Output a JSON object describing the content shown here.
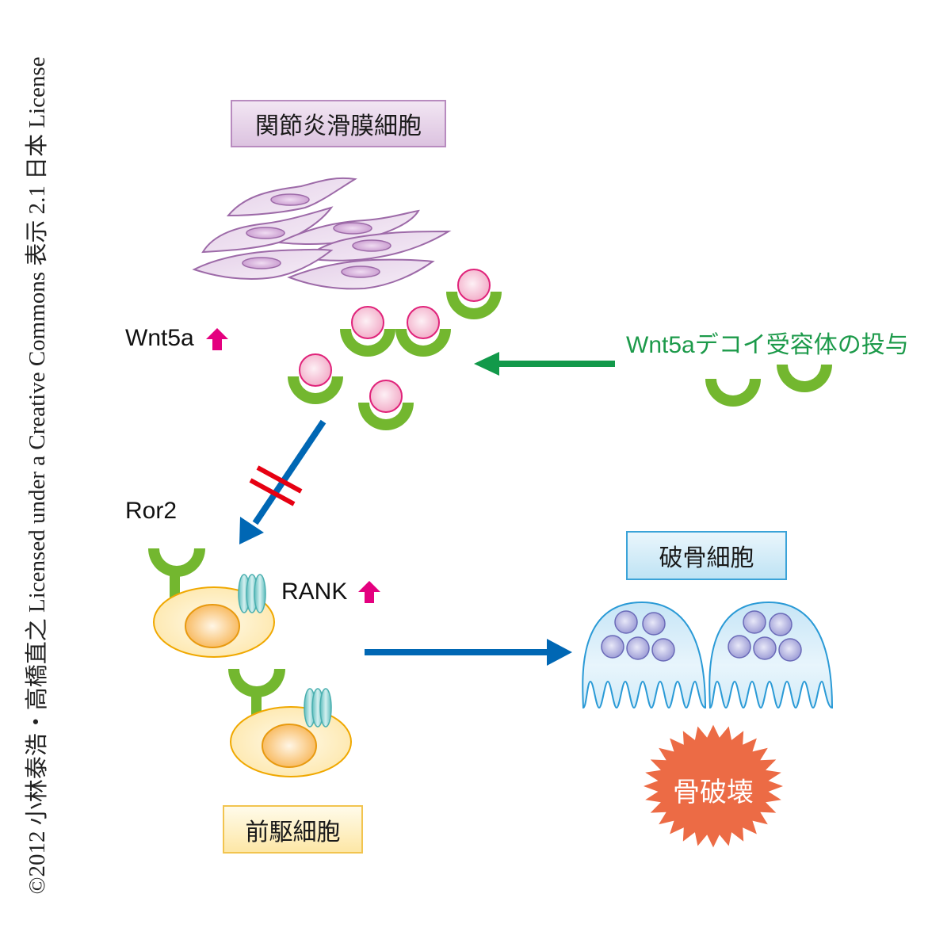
{
  "copyright": "©2012 小林泰浩・高橋直之 Licensed under a Creative Commons 表示 2.1 日本 License",
  "labels": {
    "synovial_cells": "関節炎滑膜細胞",
    "wnt5a": "Wnt5a",
    "decoy": "Wnt5aデコイ受容体の投与",
    "ror2": "Ror2",
    "rank": "RANK",
    "osteoclast": "破骨細胞",
    "precursor": "前駆細胞",
    "bone_destruction": "骨破壊"
  },
  "indicators": {
    "wnt5a_trend": "up-arrow-icon",
    "rank_trend": "up-arrow-icon",
    "blocked_signal": "double-slash-block-icon"
  },
  "colors": {
    "synovial_fill": "#ecdcef",
    "synovial_stroke": "#9d6aa8",
    "receptor_green": "#73b72f",
    "ligand_pink": "#f5b8cf",
    "ligand_stroke": "#e0237a",
    "up_arrow_magenta": "#e4007f",
    "decoy_arrow_green": "#12994a",
    "signal_arrow_blue": "#0067b4",
    "block_red": "#e60012",
    "precursor_fill": "#fff0c4",
    "precursor_stroke": "#f0a800",
    "nucleus_orange": "#f7b455",
    "rank_teal": "#7fcfcf",
    "osteoclast_fill": "#d6ecf8",
    "osteoclast_stroke": "#2a9ad6",
    "osteoclast_nucleus": "#a8a8dc",
    "bone_burst": "#ec6b45"
  }
}
